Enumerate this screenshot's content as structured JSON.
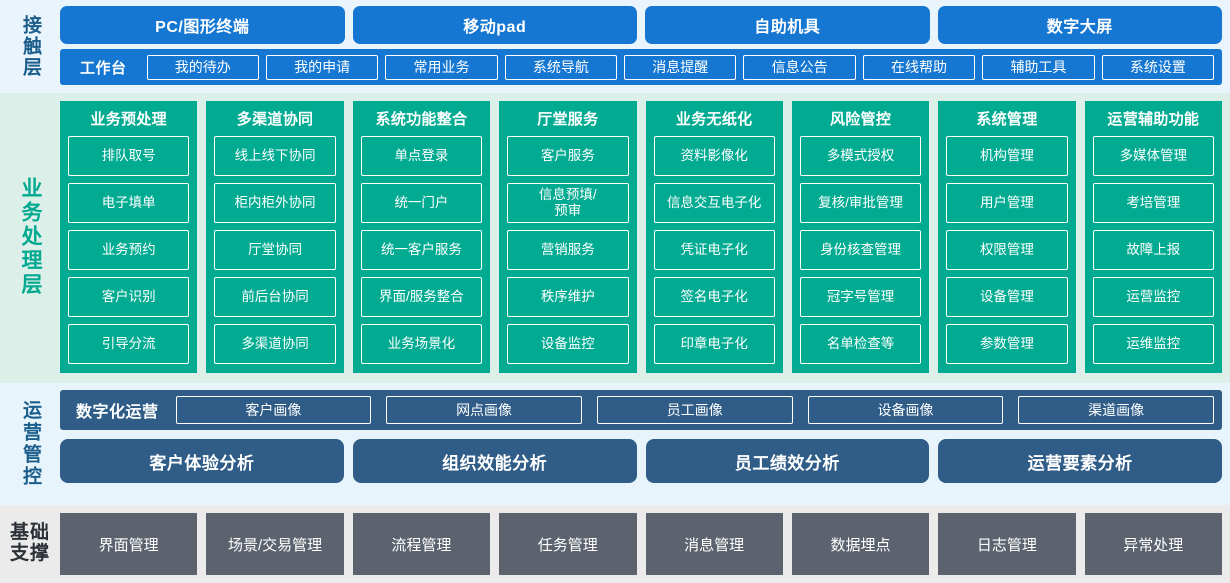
{
  "layers": {
    "contact": {
      "label": "接触层",
      "channels": [
        "PC/图形终端",
        "移动pad",
        "自助机具",
        "数字大屏"
      ],
      "workbench_title": "工作台",
      "workbench_items": [
        "我的待办",
        "我的申请",
        "常用业务",
        "系统导航",
        "消息提醒",
        "信息公告",
        "在线帮助",
        "辅助工具",
        "系统设置"
      ]
    },
    "business": {
      "label": "业务处理层",
      "columns": [
        {
          "title": "业务预处理",
          "items": [
            "排队取号",
            "电子填单",
            "业务预约",
            "客户识别",
            "引导分流"
          ]
        },
        {
          "title": "多渠道协同",
          "items": [
            "线上线下协同",
            "柜内柜外协同",
            "厅堂协同",
            "前后台协同",
            "多渠道协同"
          ]
        },
        {
          "title": "系统功能整合",
          "items": [
            "单点登录",
            "统一门户",
            "统一客户服务",
            "界面/服务整合",
            "业务场景化"
          ]
        },
        {
          "title": "厅堂服务",
          "items": [
            "客户服务",
            "信息预填/\n预审",
            "营销服务",
            "秩序维护",
            "设备监控"
          ]
        },
        {
          "title": "业务无纸化",
          "items": [
            "资料影像化",
            "信息交互电子化",
            "凭证电子化",
            "签名电子化",
            "印章电子化"
          ]
        },
        {
          "title": "风险管控",
          "items": [
            "多模式授权",
            "复核/审批管理",
            "身份核查管理",
            "冠字号管理",
            "名单检查等"
          ]
        },
        {
          "title": "系统管理",
          "items": [
            "机构管理",
            "用户管理",
            "权限管理",
            "设备管理",
            "参数管理"
          ]
        },
        {
          "title": "运营辅助功能",
          "items": [
            "多媒体管理",
            "考培管理",
            "故障上报",
            "运营监控",
            "运维监控"
          ]
        }
      ]
    },
    "ops": {
      "label": "运营管控",
      "digital_ops_title": "数字化运营",
      "portraits": [
        "客户画像",
        "网点画像",
        "员工画像",
        "设备画像",
        "渠道画像"
      ],
      "analyses": [
        "客户体验分析",
        "组织效能分析",
        "员工绩效分析",
        "运营要素分析"
      ]
    },
    "base": {
      "label": "基础\n支撑",
      "items": [
        "界面管理",
        "场景/交易管理",
        "流程管理",
        "任务管理",
        "消息管理",
        "数据埋点",
        "日志管理",
        "异常处理"
      ]
    }
  },
  "colors": {
    "contact_bg": "#eaf4fd",
    "contact_accent": "#1577d2",
    "business_bg": "#dcefe9",
    "business_accent": "#00ab91",
    "ops_bg": "#e7f4fc",
    "ops_accent": "#2f5d88",
    "base_bg": "#ebebeb",
    "base_accent": "#5d636e"
  }
}
